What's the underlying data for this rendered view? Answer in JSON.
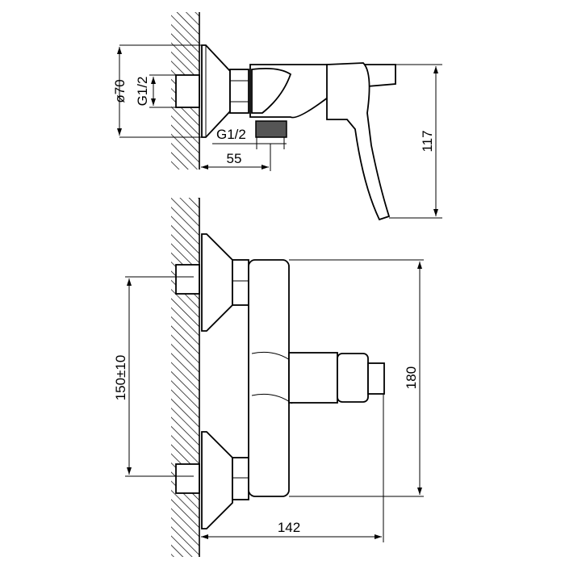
{
  "dimensions": {
    "rosette_diameter": "ø70",
    "inlet_thread": "G1/2",
    "outlet_thread": "G1/2",
    "projection_outlet": "55",
    "height_handle": "117",
    "inlet_spacing": "150±10",
    "body_height": "180",
    "total_projection": "142"
  }
}
